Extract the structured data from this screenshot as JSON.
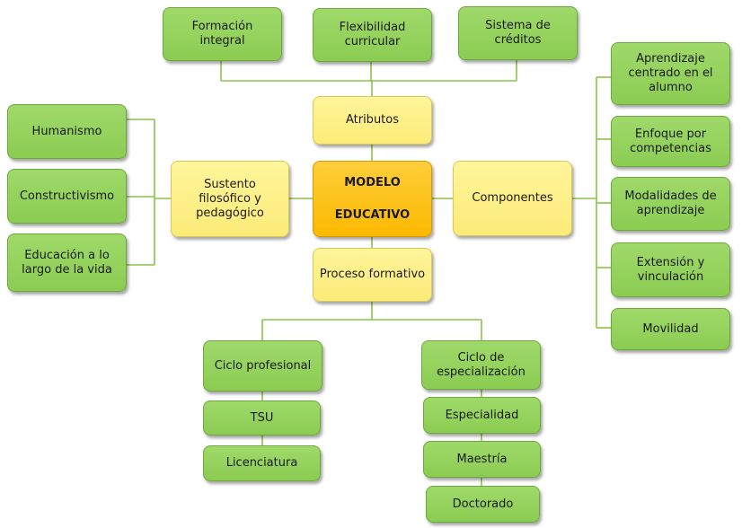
{
  "center": "MODELO EDUCATIVO",
  "attributes": {
    "label": "Atributos",
    "items": [
      "Formación integral",
      "Flexibilidad curricular",
      "Sistema de créditos"
    ]
  },
  "foundation": {
    "label": "Sustento filosófico y pedagógico",
    "items": [
      "Humanismo",
      "Constructivismo",
      "Educación a lo largo de la vida"
    ]
  },
  "components": {
    "label": "Componentes",
    "items": [
      "Aprendizaje centrado en el alumno",
      "Enfoque por competencias",
      "Modalidades de aprendizaje",
      "Extensión y vinculación",
      "Movilidad"
    ]
  },
  "process": {
    "label": "Proceso formativo",
    "professional_cycle": {
      "label": "Ciclo profesional",
      "items": [
        "TSU",
        "Licenciatura"
      ]
    },
    "specialization_cycle": {
      "label": "Ciclo de especialización",
      "items": [
        "Especialidad",
        "Maestría",
        "Doctorado"
      ]
    }
  },
  "colors": {
    "green": "#8bcc52",
    "yellow": "#fbeb78",
    "orange": "#fbb900",
    "connector": "#8bc34a"
  }
}
